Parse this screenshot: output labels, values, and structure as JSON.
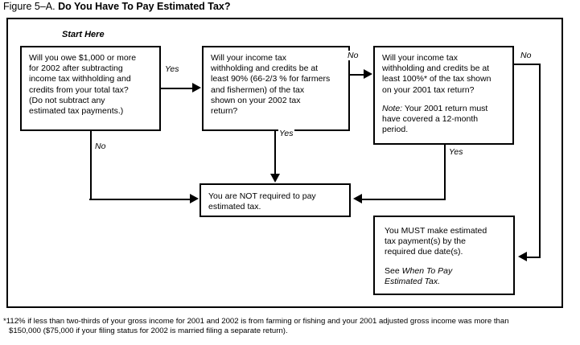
{
  "figure": {
    "label": "Figure 5–A.",
    "title": "Do You Have To Pay Estimated Tax?"
  },
  "start_label": "Start Here",
  "boxes": {
    "owe_1000": {
      "line1": "Will you owe $1,000 or more",
      "line2": "for 2002 after subtracting",
      "line3": "income tax withholding and",
      "line4": "credits from your total tax?",
      "line5": "(Do not subtract any",
      "line6": "estimated tax payments.)"
    },
    "ninety_percent": {
      "line1": "Will your income tax",
      "line2": "withholding and credits be at",
      "line3": "least 90% (66-2/3 % for farmers",
      "line4": "and fishermen) of the tax",
      "line5": "shown on your 2002 tax",
      "line6": "return?"
    },
    "hundred_percent": {
      "line1": "Will your income tax",
      "line2": "withholding and credits be at",
      "line3": "least 100%* of the tax shown",
      "line4": "on your 2001 tax return?",
      "note_label": "Note:",
      "note_line1": " Your 2001 return must",
      "note_line2": "have covered a 12-month",
      "note_line3": "period."
    },
    "not_required": {
      "line1": "You are NOT required to pay",
      "line2": "estimated tax."
    },
    "must_make": {
      "line1": "You MUST make estimated",
      "line2": "tax payment(s) by the",
      "line3": "required due date(s).",
      "see_prefix": "See ",
      "see_italic1": "When To Pay",
      "see_italic2": "Estimated Tax."
    }
  },
  "edge_labels": {
    "yes_box1_to_box2": "Yes",
    "no_box2_to_box3": "No",
    "no_box1_to_not_required": "No",
    "yes_box2_to_not_required": "Yes",
    "yes_box3_to_not_required": "Yes",
    "no_box3_to_must_make": "No"
  },
  "footnote": {
    "line1": "*112% if less than two-thirds of your gross income for 2001 and 2002 is from farming or fishing and your 2001 adjusted gross income was more than",
    "line2": "$150,000 ($75,000 if your filing status for 2002 is married filing a separate return)."
  },
  "colors": {
    "ink": "#000000",
    "paper": "#ffffff"
  }
}
